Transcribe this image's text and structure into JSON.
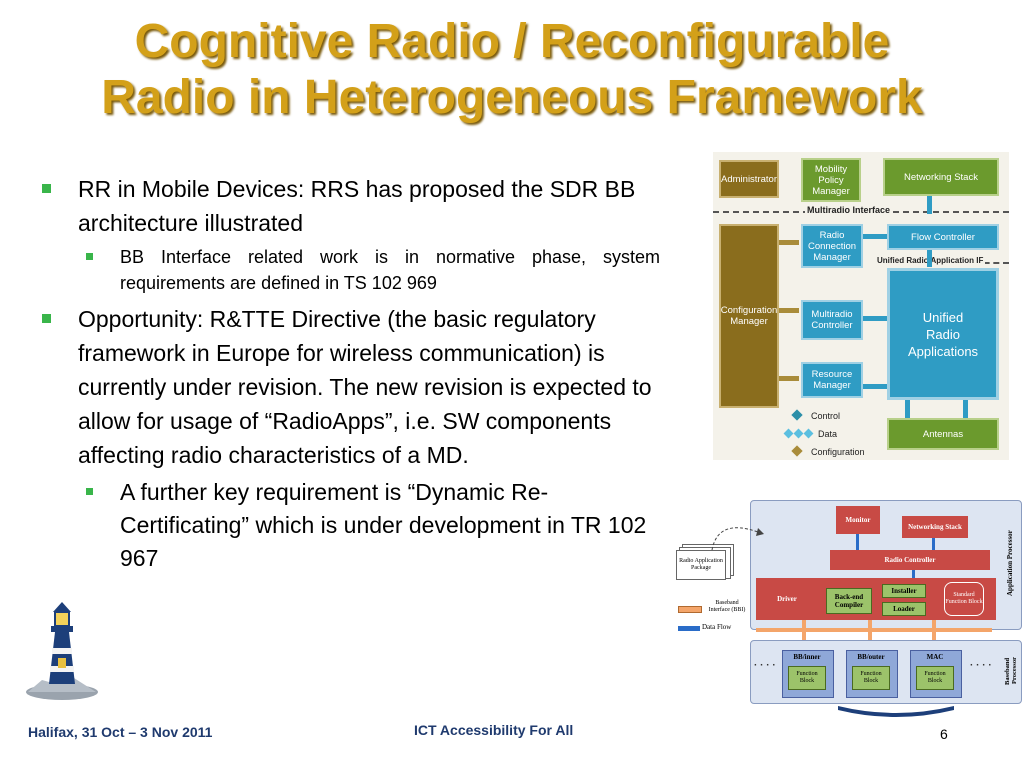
{
  "slide": {
    "title_line1": "Cognitive Radio / Reconfigurable",
    "title_line2": "Radio in Heterogeneous Framework",
    "bullets": [
      {
        "text": "RR in Mobile Devices: RRS has proposed the SDR BB architecture illustrated",
        "sub": [
          "BB Interface related work is in normative phase, system requirements are defined in TS 102 969"
        ]
      },
      {
        "text": "Opportunity: R&TTE Directive (the basic regulatory framework in Europe for wireless communication) is currently under revision. The new revision is expected to allow for usage of “RadioApps”, i.e. SW components affecting radio characteristics of a MD.",
        "sub": [
          "A further key requirement is “Dynamic Re-Certificating” which is under development in TR 102 967"
        ]
      }
    ]
  },
  "footer": {
    "left": "Halifax, 31 Oct – 3 Nov 2011",
    "center": "ICT Accessibility For All",
    "page": "6"
  },
  "diagram1": {
    "administrator": "Administrator",
    "mobility_policy_manager": "Mobility Policy Manager",
    "networking_stack": "Networking Stack",
    "multiradio_interface": "Multiradio Interface",
    "radio_connection_manager": "Radio Connection Manager",
    "flow_controller": "Flow Controller",
    "unified_radio_app_if": "Unified Radio Application IF",
    "configuration_manager": "Configuration Manager",
    "multiradio_controller": "Multiradio Controller",
    "unified_radio_applications": "Unified Radio Applications",
    "resource_manager": "Resource Manager",
    "antennas": "Antennas",
    "legend": [
      "Control",
      "Data",
      "Configuration"
    ],
    "colors": {
      "olive": "#8a6d1d",
      "green": "#6b9a2d",
      "blue": "#2f9cc4",
      "teal": "#2b8fa8"
    }
  },
  "diagram2": {
    "monitor": "Monitor",
    "networking_stack": "Networking Stack",
    "radio_app_package": "Radio Application Package",
    "radio_controller": "Radio Controller",
    "driver": "Driver",
    "backend_compiler": "Back-end Compiler",
    "installer": "Installer",
    "loader": "Loader",
    "standard_function_block": "Standard Function Block",
    "application_processor": "Application Processor",
    "legend_bbi": "Baseband Interface (BBI)",
    "legend_dataflow": "Data Flow",
    "bb_inner": "BB/inner",
    "bb_outer": "BB/outer",
    "mac": "MAC",
    "function_block": "Function Block",
    "baseband_processor": "Baseband Processor",
    "ellipsis": "· · · ·"
  }
}
